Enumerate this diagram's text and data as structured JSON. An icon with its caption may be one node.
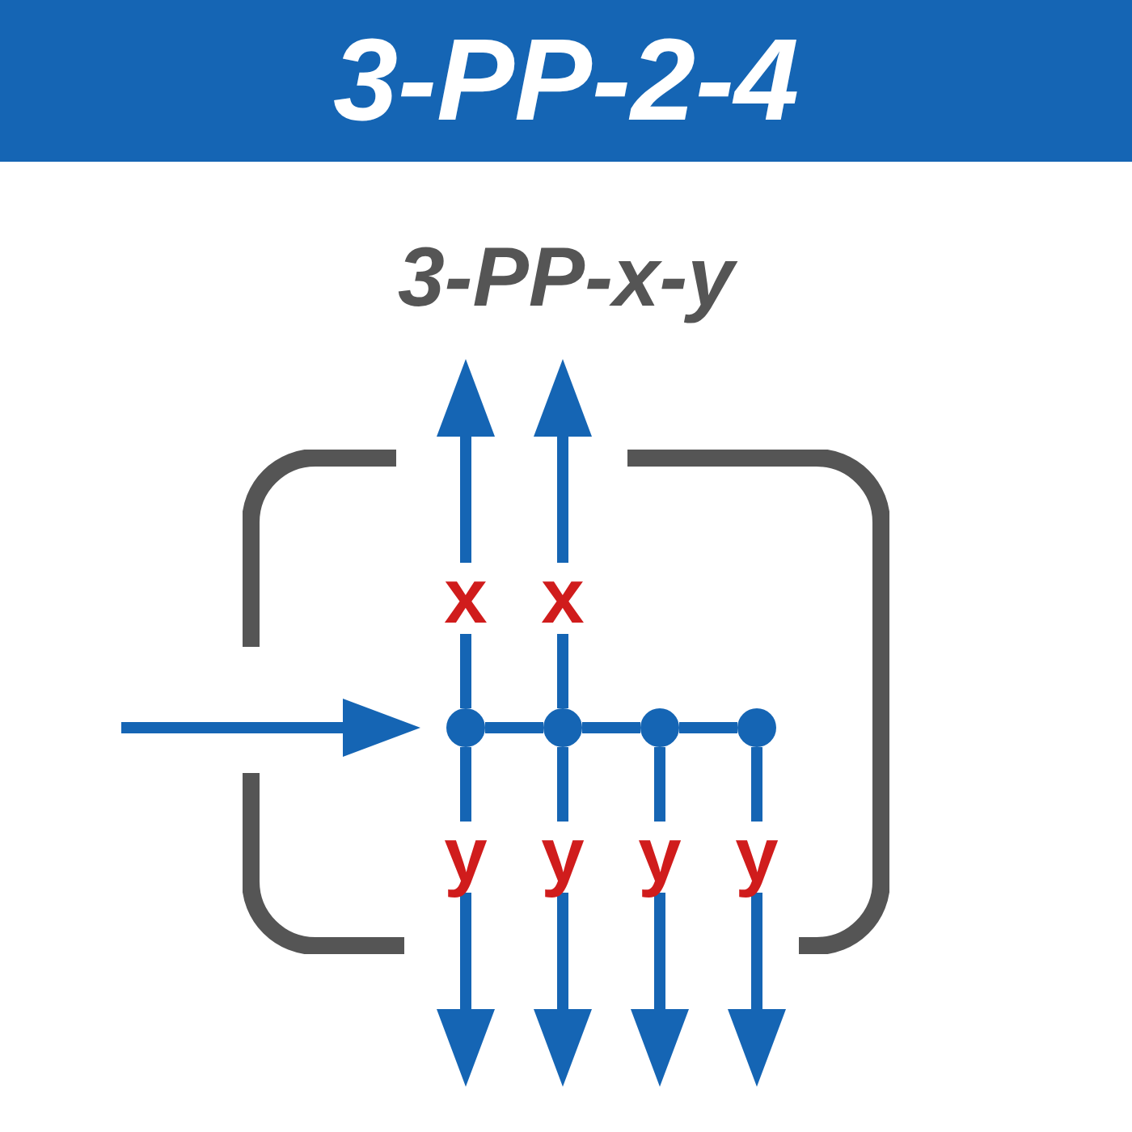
{
  "diagram": {
    "title": "3-PP-2-4",
    "nodes": [
      {
        "text": [],
        "shape": "box"
      },
      {
        "text": [],
        "shape": "circle",
        "in": 0
      },
      {
        "text": [],
        "shape": "circle",
        "in": 0
      },
      {
        "text": [],
        "shape": "circle",
        "in": 0
      },
      {
        "text": [],
        "shape": "circle",
        "in": 0
      }
    ],
    "edges": [
      {
        "from": null,
        "to": 1,
        "arrow": "to"
      },
      {
        "from": 1,
        "to": 2,
        "arrow": "none"
      },
      {
        "from": 2,
        "to": 3,
        "arrow": "none"
      },
      {
        "from": 3,
        "to": 4,
        "arrow": "none"
      },
      {
        "from": 1,
        "to": null,
        "arrow": "to",
        "label": "x"
      },
      {
        "from": 2,
        "to": null,
        "arrow": "to",
        "label": "x"
      },
      {
        "from": 1,
        "to": null,
        "arrow": "to",
        "label": "y"
      },
      {
        "from": 2,
        "to": null,
        "arrow": "to",
        "label": "y"
      },
      {
        "from": 3,
        "to": null,
        "arrow": "to",
        "label": "y"
      },
      {
        "from": 4,
        "to": null,
        "arrow": "to",
        "label": "y"
      }
    ],
    "labels": [
      "3-PP-x-y"
    ]
  }
}
